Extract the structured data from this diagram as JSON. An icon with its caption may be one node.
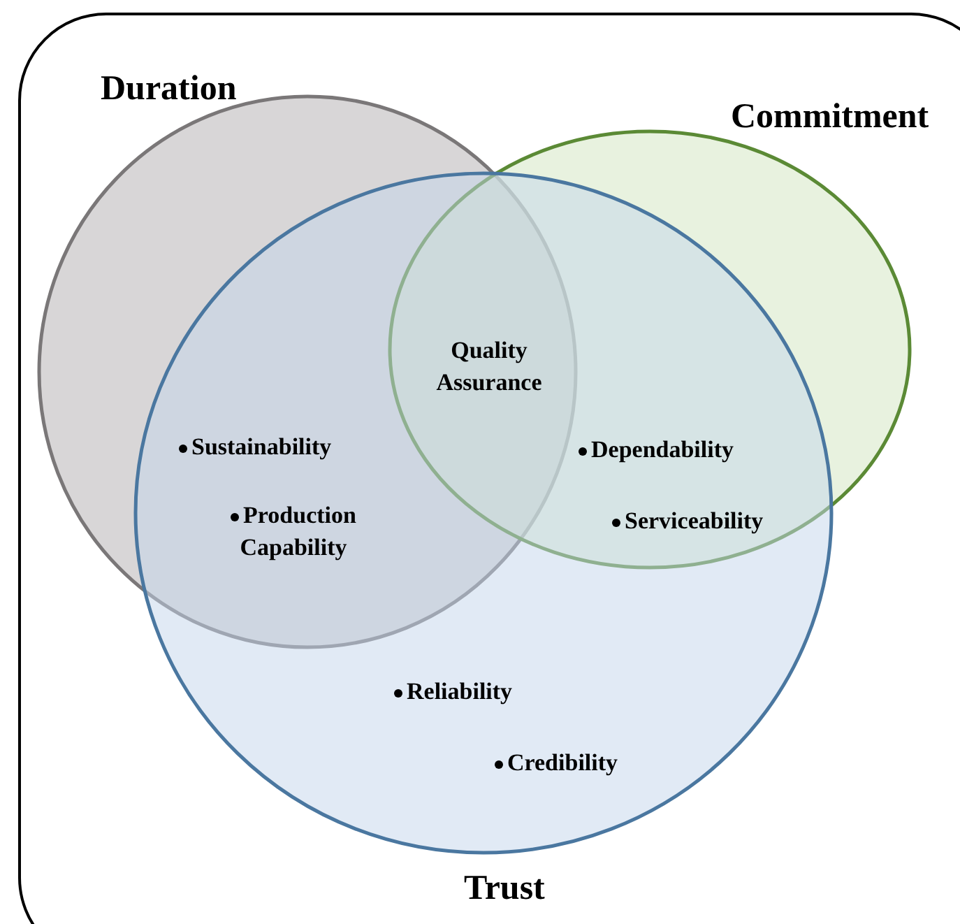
{
  "diagram": {
    "nodes": [
      {
        "text": [
          "Duration"
        ]
      },
      {
        "text": [
          "Commitment"
        ]
      },
      {
        "text": [
          "Trust"
        ]
      }
    ],
    "labels": [
      "Quality Assurance",
      "Sustainability",
      "Production Capability",
      "Dependability",
      "Serviceability",
      "Reliability",
      "Credibility"
    ]
  }
}
